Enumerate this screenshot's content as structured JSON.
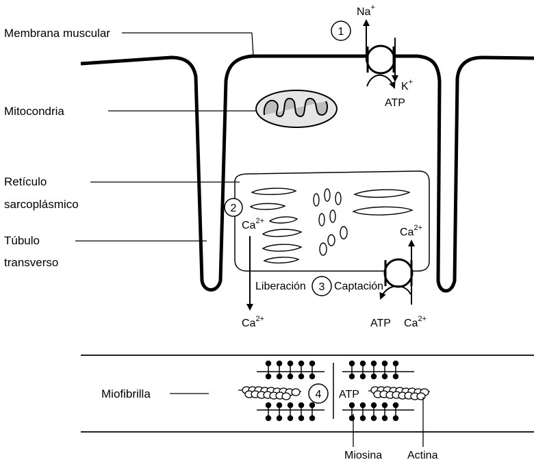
{
  "labels": {
    "membrana": "Membrana muscular",
    "mitocondria": "Mitocondria",
    "reticulo_1": "Retículo",
    "reticulo_2": "sarcoplásmico",
    "tubulo_1": "Túbulo",
    "tubulo_2": "transverso",
    "miofibrilla": "Miofibrilla",
    "miosina": "Miosina",
    "actina": "Actina"
  },
  "pump": {
    "na": "Na",
    "na_charge": "+",
    "k": "K",
    "k_charge": "+",
    "atp": "ATP"
  },
  "calcium": {
    "ca": "Ca",
    "charge": "2+"
  },
  "process": {
    "liberacion": "Liberación",
    "captacion": "Captación",
    "atp_uptake": "ATP",
    "atp_myofibril": "ATP"
  },
  "steps": [
    "1",
    "2",
    "3",
    "4"
  ],
  "colors": {
    "line": "#000000",
    "mito_fill": "#e6e6e6",
    "mito_inner": "#bdbdbd"
  }
}
